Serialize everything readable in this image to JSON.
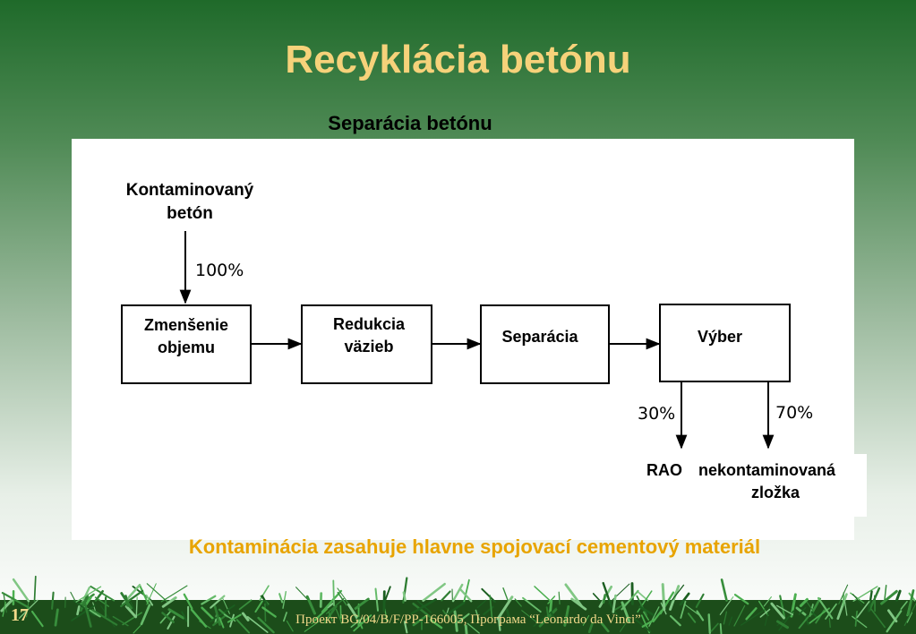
{
  "slide": {
    "title": "Recyklácia betónu",
    "subtitle": "Separácia betónu",
    "bottom_note": "Kontaminácia zasahuje hlavne spojovací cementový materiál",
    "page_number": "17",
    "footer": "Проект BG/04/B/F/PP-166005, Програма “Leonardo da Vinci”"
  },
  "diagram": {
    "input_label_line1": "Kontaminovaný",
    "input_label_line2": "betón",
    "input_percent": "100%",
    "boxes": [
      {
        "line1": "Zmenšenie",
        "line2": "objemu"
      },
      {
        "line1": "Redukcia",
        "line2": "väzieb"
      },
      {
        "line1": "Separácia",
        "line2": ""
      },
      {
        "line1": "Výber",
        "line2": ""
      }
    ],
    "output_left_percent": "30%",
    "output_right_percent": "70%",
    "output_left_label": "RAO",
    "output_right_label_line1": "nekontaminovaná",
    "output_right_label_line2": "zložka"
  },
  "colors": {
    "title": "#f6d27a",
    "bottom_note": "#e8a400",
    "footer": "#f2d98a",
    "background_top": "#1f6a2a"
  }
}
